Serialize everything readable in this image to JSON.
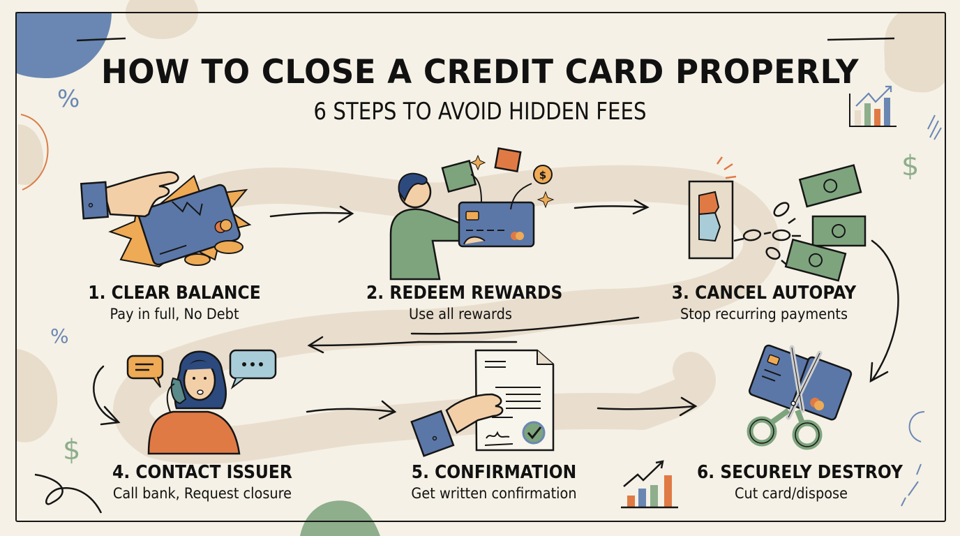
{
  "header": {
    "title": "HOW TO CLOSE A CREDIT CARD PROPERLY",
    "subtitle": "6 STEPS TO AVOID HIDDEN FEES"
  },
  "steps": [
    {
      "number": 1,
      "title": "1. CLEAR BALANCE",
      "description": "Pay in full, No Debt",
      "icon": "hand-cracked-credit-card-coins-icon"
    },
    {
      "number": 2,
      "title": "2. REDEEM REWARDS",
      "description": "Use all rewards",
      "icon": "person-card-gifts-icon"
    },
    {
      "number": 3,
      "title": "3. CANCEL AUTOPAY",
      "description": "Stop recurring payments",
      "icon": "switch-broken-chain-money-icon"
    },
    {
      "number": 4,
      "title": "4. CONTACT ISSUER",
      "description": "Call bank, Request closure",
      "icon": "woman-phone-call-icon"
    },
    {
      "number": 5,
      "title": "5. CONFIRMATION",
      "description": "Get written confirmation",
      "icon": "hand-signed-document-check-icon"
    },
    {
      "number": 6,
      "title": "6. SECURELY DESTROY",
      "description": "Cut card/dispose",
      "icon": "scissors-cut-card-icon"
    }
  ],
  "decorations": {
    "percent_symbol": "%",
    "dollar_symbol": "$",
    "reward_coin_symbol": "$"
  },
  "colors": {
    "background": "#f5f1e6",
    "path_beige": "#e8dccb",
    "card_blue": "#5b77a8",
    "orange": "#e07a45",
    "yellow_orange": "#eeaa55",
    "green": "#7ea47e",
    "light_blue": "#a9cdd8",
    "skin": "#f3cfa8",
    "ink": "#151515"
  }
}
